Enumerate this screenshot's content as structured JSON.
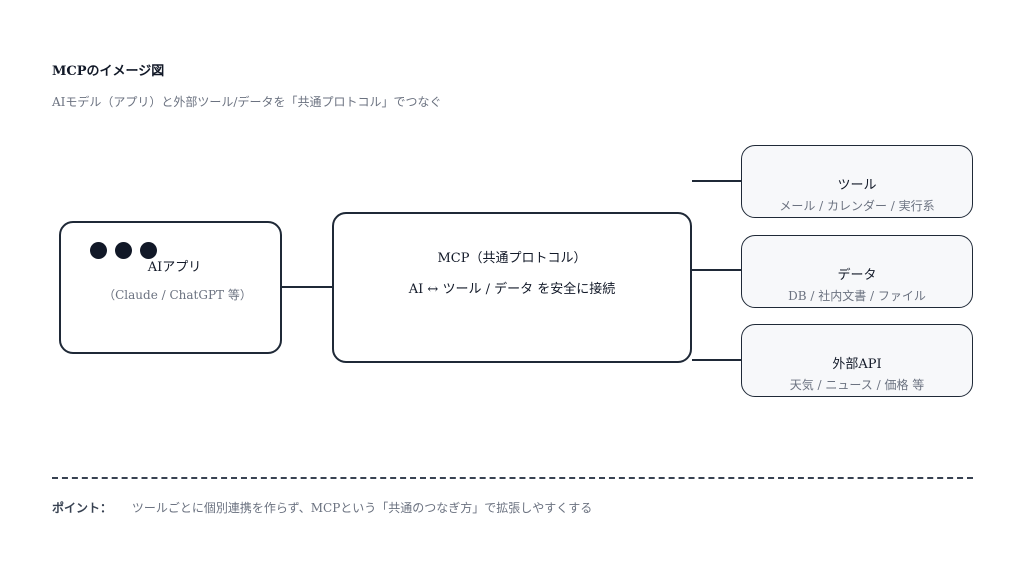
{
  "header": {
    "title": "MCPのイメージ図",
    "subtitle": "AIモデル（アプリ）と外部ツール/データを「共通プロトコル」でつなぐ"
  },
  "nodes": {
    "app": {
      "label": "AIアプリ",
      "sub": "（Claude / ChatGPT 等）"
    },
    "mcp": {
      "label": "MCP（共通プロトコル）",
      "sub": "AI ↔ ツール / データ を安全に接続"
    },
    "tools": {
      "label": "ツール",
      "sub": "メール / カレンダー / 実行系"
    },
    "data": {
      "label": "データ",
      "sub": "DB / 社内文書 / ファイル"
    },
    "external": {
      "label": "外部API",
      "sub": "天気 / ニュース / 価格 等"
    }
  },
  "footer": {
    "point_label": "ポイント：",
    "point_text": "ツールごとに個別連携を作らず、MCPという「共通のつなぎ方」で拡張しやすくする"
  },
  "colors": {
    "stroke": "#1f2937",
    "muted_text": "#6b7280",
    "side_box_fill": "#f7f8fa"
  }
}
